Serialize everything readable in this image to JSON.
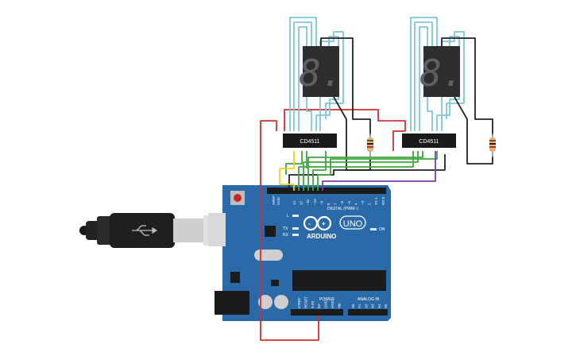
{
  "board": {
    "brand": "ARDUINO",
    "model": "UNO",
    "digital_label": "DIGITAL (PWM~)",
    "power_label": "POWER",
    "analog_label": "ANALOG IN",
    "on_label": "ON",
    "led_l": "L",
    "led_tx": "TX",
    "led_rx": "RX",
    "aref": "AREF",
    "gnd": "GND",
    "digital_pins": [
      "13",
      "12",
      "~11",
      "~10",
      "~9",
      "8",
      "7",
      "~6",
      "~5",
      "4",
      "~3",
      "2",
      "TX 1",
      "RX 0"
    ],
    "power_pins": [
      "IOREF",
      "RESET",
      "3.3V",
      "5V",
      "GND",
      "GND",
      "Vin"
    ],
    "analog_pins": [
      "A0",
      "A1",
      "A2",
      "A3",
      "A4",
      "A5"
    ]
  },
  "chips": [
    {
      "label": "CD4511"
    },
    {
      "label": "CD4511"
    }
  ],
  "displays": [
    {
      "digit": "8."
    },
    {
      "digit": "8."
    }
  ],
  "colors": {
    "board": "#2b6aa8",
    "wire_red": "#d32f2f",
    "wire_cyan": "#7ec8d8",
    "wire_black": "#222222",
    "wire_green": "#3ca83c",
    "wire_yellow": "#f2d21b",
    "wire_purple": "#7b3fa8"
  }
}
